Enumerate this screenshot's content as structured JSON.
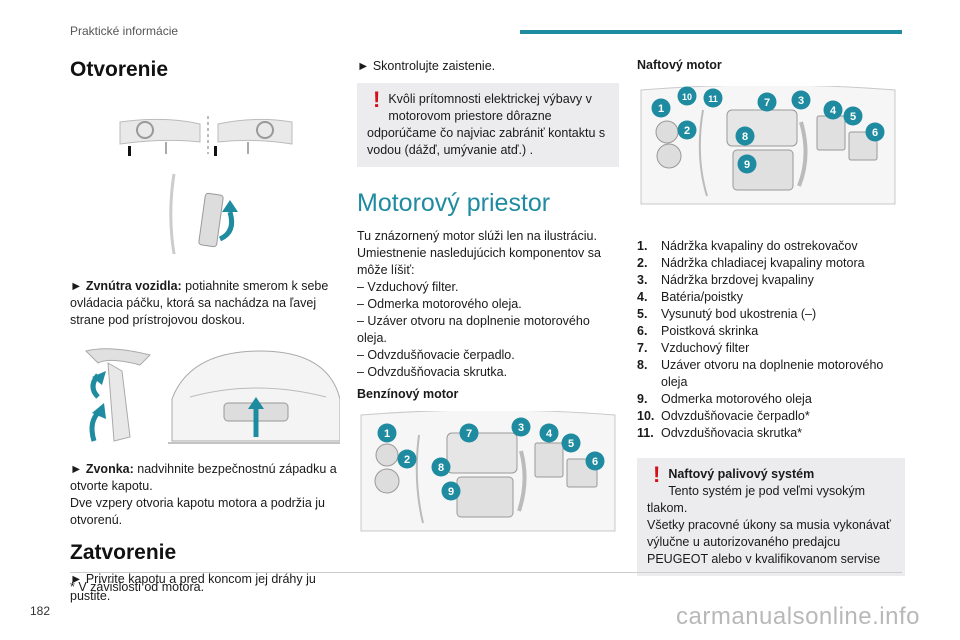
{
  "header": {
    "section": "Praktické informácie"
  },
  "page_number": "182",
  "footnote": "* V závislosti od motora.",
  "watermark": "carmanualsonline.info",
  "left": {
    "title": "Otvorenie",
    "step1_lead": "► Zvnútra vozidla:",
    "step1_text": " potiahnite smerom k sebe ovládacia páčku, ktorá sa nachádza na ľavej strane pod prístrojovou doskou.",
    "step2_lead": "► Zvonka:",
    "step2_text": " nadvihnite bezpečnostnú západku a otvorte kapotu.",
    "step2_text2": "Dve vzpery otvoria kapotu motora a podržia ju otvorenú.",
    "title2": "Zatvorenie",
    "close_text": "► Privrite kapotu a pred koncom jej dráhy ju pustite."
  },
  "middle": {
    "check": "► Skontrolujte zaistenie.",
    "warning_symbol": "!",
    "warning": "Kvôli prítomnosti elektrickej výbavy v motorovom priestore dôrazne odporúčame čo najviac zabrániť kontaktu s vodou (dážď, umývanie atď.) .",
    "section_title": "Motorový priestor",
    "intro": "Tu znázornený motor slúži len na ilustráciu. Umiestnenie nasledujúcich komponentov sa môže líšiť:",
    "list": [
      "– Vzduchový filter.",
      "– Odmerka motorového oleja.",
      "– Uzáver otvoru na doplnenie motorového oleja.",
      "– Odvzdušňovacie čerpadlo.",
      "– Odvzdušňovacia skrutka."
    ],
    "petrol_title": "Benzínový motor"
  },
  "right": {
    "diesel_title": "Naftový motor",
    "components": [
      {
        "n": "1.",
        "t": "Nádržka kvapaliny do ostrekovačov"
      },
      {
        "n": "2.",
        "t": "Nádržka chladiacej kvapaliny motora"
      },
      {
        "n": "3.",
        "t": "Nádržka brzdovej kvapaliny"
      },
      {
        "n": "4.",
        "t": "Batéria/poistky"
      },
      {
        "n": "5.",
        "t": "Vysunutý bod ukostrenia (–)"
      },
      {
        "n": "6.",
        "t": "Poistková skrinka"
      },
      {
        "n": "7.",
        "t": "Vzduchový filter"
      },
      {
        "n": "8.",
        "t": "Uzáver otvoru na doplnenie motorového oleja"
      },
      {
        "n": "9.",
        "t": "Odmerka motorového oleja"
      },
      {
        "n": "10.",
        "t": "Odvzdušňovacie čerpadlo*"
      },
      {
        "n": "11.",
        "t": "Odvzdušňovacia skrutka*"
      }
    ],
    "fuel_symbol": "!",
    "fuel_title": "Naftový palivový systém",
    "fuel_text1": "Tento systém je pod veľmi vysokým tlakom.",
    "fuel_text2": "Všetky pracovné úkony sa musia vykonávať výlučne u autorizovaného predajcu PEUGEOT alebo v kvalifikovanom servise"
  },
  "callouts_petrol": [
    "1",
    "2",
    "7",
    "3",
    "4",
    "5",
    "6",
    "8",
    "9"
  ],
  "callouts_diesel": [
    "1",
    "10",
    "11",
    "7",
    "3",
    "4",
    "5",
    "6",
    "2",
    "8",
    "9"
  ],
  "colors": {
    "accent": "#1f8ba0",
    "warning": "#d2121b",
    "panel": "#ececef"
  }
}
